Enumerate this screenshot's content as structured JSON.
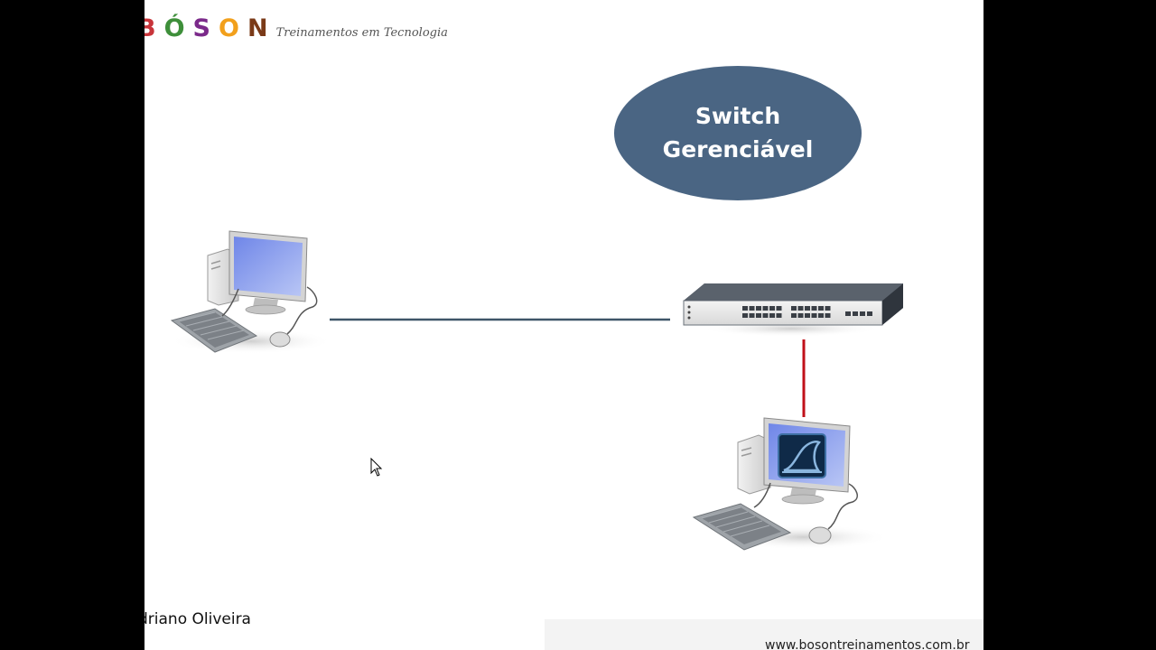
{
  "logo": {
    "letters": [
      {
        "char": "B",
        "color": "#c8343a"
      },
      {
        "char": "Ó",
        "color": "#3e8f3a"
      },
      {
        "char": "S",
        "color": "#7b2a8a"
      },
      {
        "char": "O",
        "color": "#f2a01c"
      },
      {
        "char": "N",
        "color": "#7a3a18"
      }
    ],
    "tagline": "Treinamentos em Tecnologia"
  },
  "switch_label": {
    "line1": "Switch",
    "line2": "Gerenciável",
    "color": "#4a6583"
  },
  "links": {
    "pc_to_switch_color": "#3e5568",
    "switch_to_capture_pc_color": "#c0101a"
  },
  "capture_pc": {
    "screen_icon": "wireshark-fin-icon"
  },
  "footer": {
    "author": "driano Oliveira",
    "website": "www.bosontreinamentos.com.br"
  }
}
